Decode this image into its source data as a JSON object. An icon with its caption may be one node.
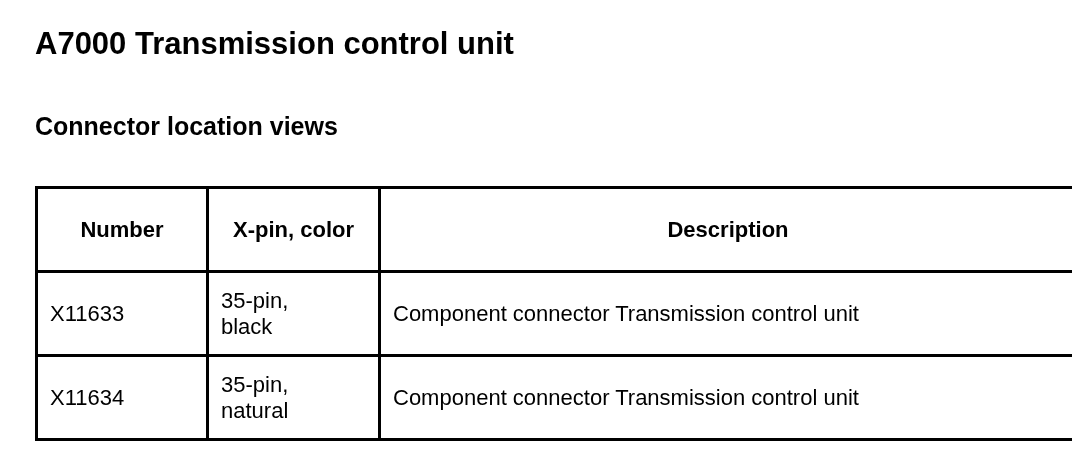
{
  "diagram": {
    "title": "A7000 Transmission control unit",
    "labels": [
      "Connector location views",
      "Number",
      "X-pin, color",
      "Description",
      "X11633",
      "35-pin, black",
      "Component connector Transmission control unit",
      "X11634",
      "35-pin, natural",
      "Component connector Transmission control unit"
    ]
  }
}
